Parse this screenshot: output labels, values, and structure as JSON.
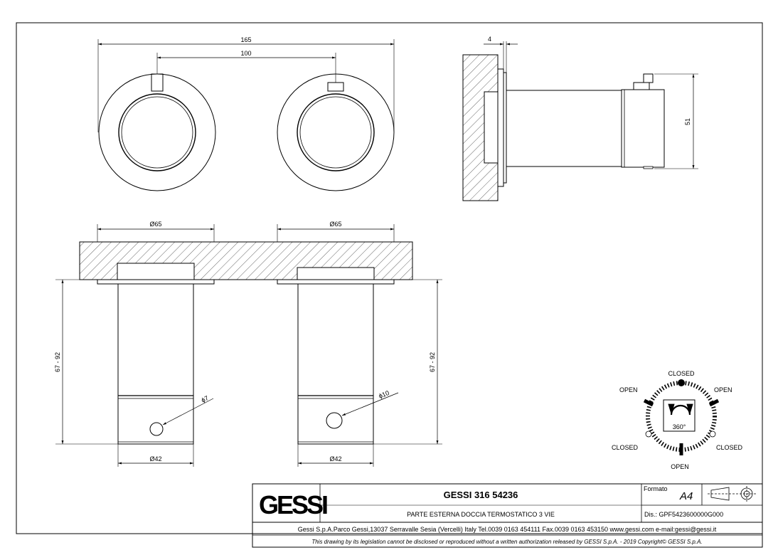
{
  "dimensions": {
    "total_width": "165",
    "center_distance": "100",
    "plate_thickness": "4",
    "body_height": "51",
    "left_plate_dia": "Ø65",
    "right_plate_dia": "Ø65",
    "left_depth": "67 - 92",
    "right_depth": "67 - 92",
    "left_hole": "ϕ7",
    "right_hole": "ϕ10",
    "left_body_dia": "Ø42",
    "right_body_dia": "Ø42"
  },
  "dial": {
    "top": "CLOSED",
    "left_upper": "OPEN",
    "right_upper": "OPEN",
    "left_lower": "CLOSED",
    "right_lower": "CLOSED",
    "bottom": "OPEN",
    "center": "360°"
  },
  "title_block": {
    "logo": "GESSI",
    "title": "GESSI 316 54236",
    "subtitle": "PARTE ESTERNA DOCCIA TERMOSTATICO 3 VIE",
    "format_label": "Formato",
    "format_value": "A4",
    "drawing_number": "Dis.: GPF5423600000G000",
    "address": "Gessi S.p.A.Parco Gessi,13037 Serravalle Sesia (Vercelli) Italy Tel.0039 0163 454111 Fax.0039 0163 453150 www.gessi.com e-mail:gessi@gessi.it",
    "disclaimer": "This drawing by its legislation cannot be disclosed or reproduced without a written authorization released by GESSI S.p.A. - 2019 Copyright© GESSI S.p.A."
  }
}
